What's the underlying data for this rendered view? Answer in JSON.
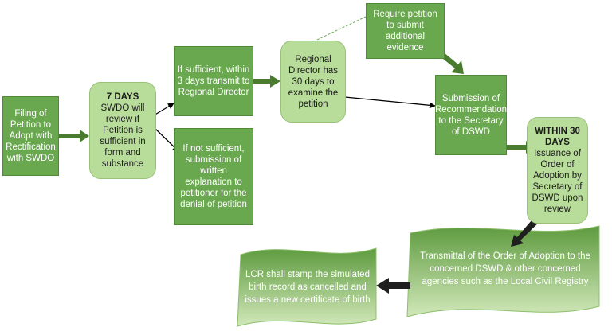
{
  "nodes": {
    "filing": "Filing of Petition to Adopt with Rectification with SWDO",
    "swdo_days": "7 DAYS",
    "swdo_text": "SWDO will review if Petition is sufficient in form and substance",
    "sufficient": "If sufficient, within 3 days transmit to Regional Director",
    "not_sufficient": "If not sufficient, submission of written explanation to petitioner for the denial of petition",
    "regional": "Regional Director has 30 days to examine the petition",
    "require": "Require petition to submit additional evidence",
    "submission": "Submission of Recommendation to the Secretary of DSWD",
    "within_days": "WITHIN 30 DAYS",
    "within_text": "Issuance of Order of Adoption by Secretary of DSWD upon review",
    "transmittal": "Transmittal of the Order of Adoption to the concerned DSWD & other concerned agencies such as the Local Civil Registry",
    "lcr": "LCR shall stamp the simulated birth record as cancelled and issues a new certificate of birth"
  },
  "colors": {
    "box_green": "#6aa84f",
    "rounded_light": "#b8dc9a",
    "arrow_green": "#4a7c30",
    "banner_top": "#5e9b3f",
    "banner_bottom": "#cfe6b5"
  }
}
